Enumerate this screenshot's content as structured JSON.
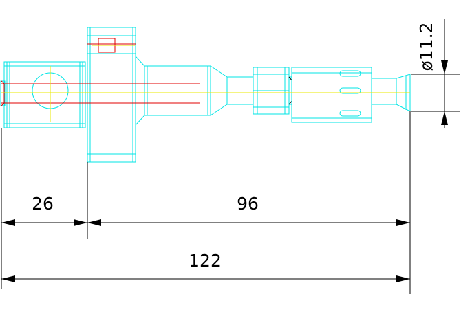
{
  "dimensions": {
    "left_length": "26",
    "right_length": "96",
    "total_length": "122",
    "diameter": "ø11.2"
  },
  "colors": {
    "outline": "#00e5e5",
    "hidden": "#e00000",
    "centerline": "#e8e800",
    "dimension": "#000000"
  }
}
